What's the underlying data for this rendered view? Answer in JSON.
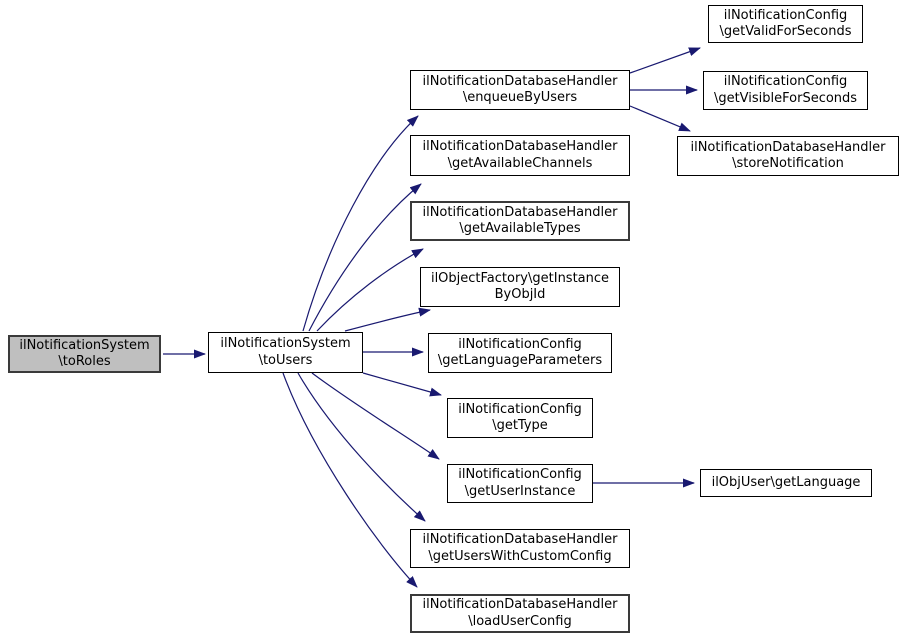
{
  "diagram": {
    "type": "call-graph",
    "background": "#ffffff",
    "edge_color": "#191970",
    "box_border_color": "#000000",
    "box_fill": "#ffffff",
    "highlight_fill": "#bfbfbf",
    "nodes": [
      {
        "id": "toRoles",
        "line1": "ilNotificationSystem",
        "line2": "\\toRoles",
        "highlighted": true
      },
      {
        "id": "toUsers",
        "line1": "ilNotificationSystem",
        "line2": "\\toUsers",
        "highlighted": false
      },
      {
        "id": "enqueueByUsers",
        "line1": "ilNotificationDatabaseHandler",
        "line2": "\\enqueueByUsers",
        "highlighted": false
      },
      {
        "id": "getAvailableChannels",
        "line1": "ilNotificationDatabaseHandler",
        "line2": "\\getAvailableChannels",
        "highlighted": false
      },
      {
        "id": "getAvailableTypes",
        "line1": "ilNotificationDatabaseHandler",
        "line2": "\\getAvailableTypes",
        "highlighted": false
      },
      {
        "id": "getInstanceByObjId",
        "line1": "ilObjectFactory\\getInstance",
        "line2": "ByObjId",
        "highlighted": false
      },
      {
        "id": "getLanguageParameters",
        "line1": "ilNotificationConfig",
        "line2": "\\getLanguageParameters",
        "highlighted": false
      },
      {
        "id": "getType",
        "line1": "ilNotificationConfig",
        "line2": "\\getType",
        "highlighted": false
      },
      {
        "id": "getUserInstance",
        "line1": "ilNotificationConfig",
        "line2": "\\getUserInstance",
        "highlighted": false
      },
      {
        "id": "getUsersWithCustomConfig",
        "line1": "ilNotificationDatabaseHandler",
        "line2": "\\getUsersWithCustomConfig",
        "highlighted": false
      },
      {
        "id": "loadUserConfig",
        "line1": "ilNotificationDatabaseHandler",
        "line2": "\\loadUserConfig",
        "highlighted": false
      },
      {
        "id": "getValidForSeconds",
        "line1": "ilNotificationConfig",
        "line2": "\\getValidForSeconds",
        "highlighted": false
      },
      {
        "id": "getVisibleForSeconds",
        "line1": "ilNotificationConfig",
        "line2": "\\getVisibleForSeconds",
        "highlighted": false
      },
      {
        "id": "storeNotification",
        "line1": "ilNotificationDatabaseHandler",
        "line2": "\\storeNotification",
        "highlighted": false
      },
      {
        "id": "getLanguage",
        "line1": "ilObjUser\\getLanguage",
        "line2": "",
        "highlighted": false
      }
    ],
    "edges": [
      {
        "from": "toRoles",
        "to": "toUsers"
      },
      {
        "from": "toUsers",
        "to": "enqueueByUsers"
      },
      {
        "from": "toUsers",
        "to": "getAvailableChannels"
      },
      {
        "from": "toUsers",
        "to": "getAvailableTypes"
      },
      {
        "from": "toUsers",
        "to": "getInstanceByObjId"
      },
      {
        "from": "toUsers",
        "to": "getLanguageParameters"
      },
      {
        "from": "toUsers",
        "to": "getType"
      },
      {
        "from": "toUsers",
        "to": "getUserInstance"
      },
      {
        "from": "toUsers",
        "to": "getUsersWithCustomConfig"
      },
      {
        "from": "toUsers",
        "to": "loadUserConfig"
      },
      {
        "from": "enqueueByUsers",
        "to": "getValidForSeconds"
      },
      {
        "from": "enqueueByUsers",
        "to": "getVisibleForSeconds"
      },
      {
        "from": "enqueueByUsers",
        "to": "storeNotification"
      },
      {
        "from": "getUserInstance",
        "to": "getLanguage"
      }
    ]
  }
}
